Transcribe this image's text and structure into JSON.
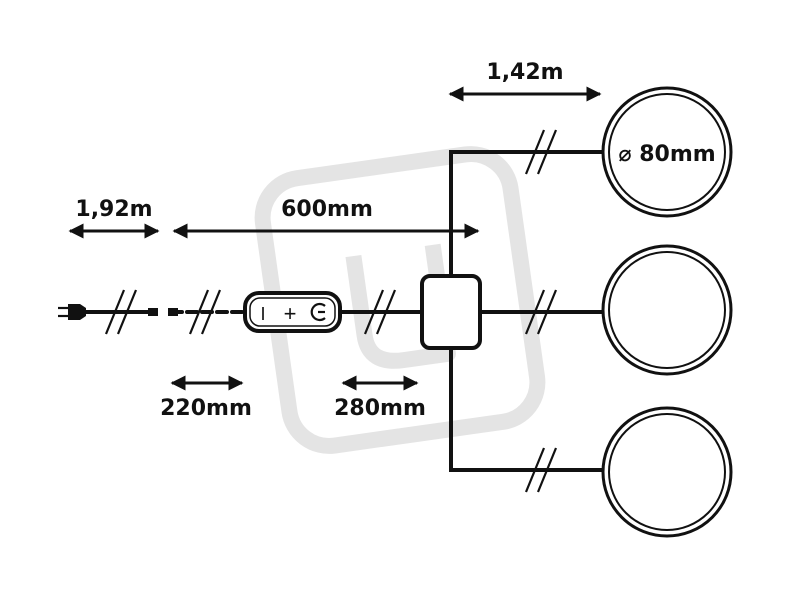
{
  "dimensions": {
    "lead_cable": "1,92m",
    "to_junction": "600mm",
    "light_cable": "1,42m",
    "before_switch": "220mm",
    "after_switch": "280mm",
    "lamp_diameter": "⌀ 80mm"
  },
  "switch_symbols": {
    "off": "I",
    "plus": "+",
    "power": "G"
  },
  "colors": {
    "line": "#111111",
    "background": "#ffffff",
    "watermark": "#e4e4e4"
  },
  "icons": [
    "plug-icon",
    "cable-break-icon",
    "dimmer-switch-icon",
    "junction-box-icon",
    "lamp-icon"
  ]
}
